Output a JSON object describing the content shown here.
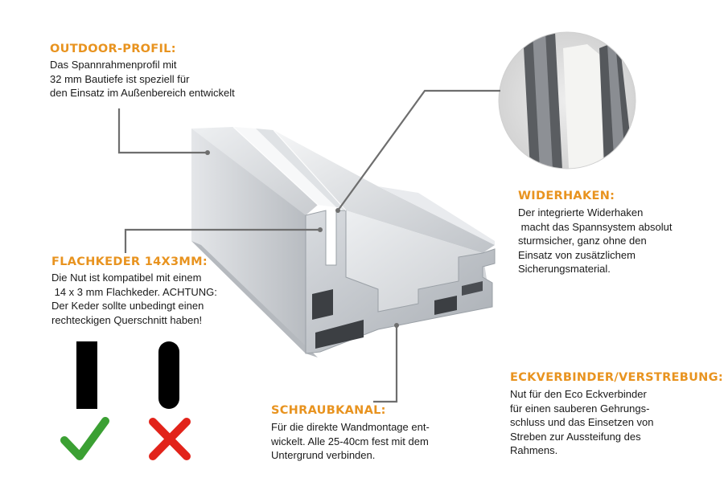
{
  "callouts": {
    "outdoor": {
      "heading": "OUTDOOR-PROFIL:",
      "lines": [
        "Das Spannrahmenprofil mit",
        "32 mm Bautiefe ist speziell für",
        "den Einsatz im Außenbereich entwickelt"
      ]
    },
    "widerhaken": {
      "heading": "WIDERHAKEN:",
      "lines": [
        "Der integrierte Widerhaken",
        " macht das Spannsystem absolut",
        "sturmsicher, ganz ohne den",
        "Einsatz von zusätzlichem",
        "Sicherungsmaterial."
      ]
    },
    "flachkeder": {
      "heading": "FLACHKEDER 14X3MM:",
      "lines": [
        "Die Nut ist kompatibel mit einem",
        " 14 x 3 mm Flachkeder. ACHTUNG:",
        "Der Keder sollte unbedingt einen",
        "rechteckigen Querschnitt haben!"
      ]
    },
    "eckverbinder": {
      "heading": "ECKVERBINDER/VERSTREBUNG:",
      "lines": [
        "Nut für den Eco Eckverbinder",
        "für einen sauberen Gehrungs-",
        "schluss und das Einsetzen von",
        "Streben zur Aussteifung des",
        "Rahmens."
      ]
    },
    "schraubkanal": {
      "heading": "SCHRAUBKANAL:",
      "lines": [
        "Für die direkte Wandmontage ent-",
        "wickelt. Alle 25-40cm fest mit dem",
        "Untergrund verbinden."
      ]
    }
  },
  "colors": {
    "accent": "#e8931f",
    "check": "#3ba033",
    "cross": "#e2231a",
    "leader": "#6e6e6e"
  },
  "icons": {
    "correct": "check-icon",
    "wrong": "cross-icon"
  }
}
